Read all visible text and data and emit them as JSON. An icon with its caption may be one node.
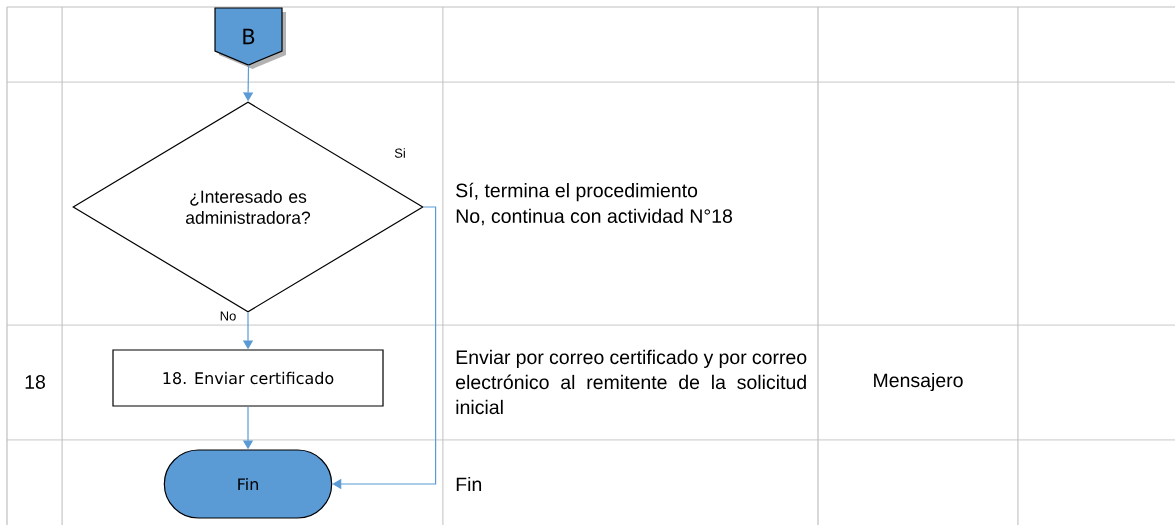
{
  "diagram": {
    "nodes": [
      {
        "text": [
          "B"
        ]
      },
      {
        "text": [
          "¿Interesado es administradora?"
        ]
      },
      {
        "text": [
          "18. Enviar certificado"
        ]
      },
      {
        "text": [
          "Fin"
        ]
      }
    ],
    "edges": [
      {
        "from": 0,
        "to": 1,
        "arrow": "to"
      },
      {
        "from": 1,
        "to": 2,
        "arrow": "to",
        "label": "No"
      },
      {
        "from": 1,
        "to": 3,
        "arrow": "to",
        "label": "Si"
      },
      {
        "from": 2,
        "to": 3,
        "arrow": "to"
      }
    ],
    "labels": [
      "Sí, termina el procedimiento",
      "No, continua con actividad N°18",
      "18",
      "Enviar por correo certificado y por correo electrónico al remitente de la solicitud inicial",
      "Mensajero",
      "Fin"
    ]
  }
}
